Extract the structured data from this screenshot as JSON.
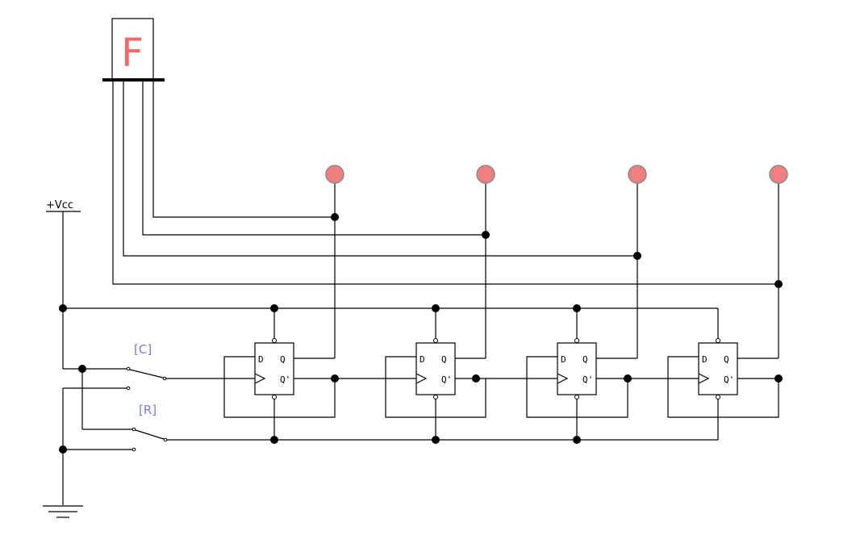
{
  "display": {
    "digit": "F"
  },
  "power": {
    "vcc_label": "+Vcc"
  },
  "switches": {
    "clock_label": "[C]",
    "reset_label": "[R]"
  },
  "flipflop": {
    "d": "D",
    "q": "Q",
    "qbar": "Q'"
  },
  "colors": {
    "lamp": "#f08080",
    "switch_label": "#7b7bd6",
    "digit": "#f06a6a"
  }
}
